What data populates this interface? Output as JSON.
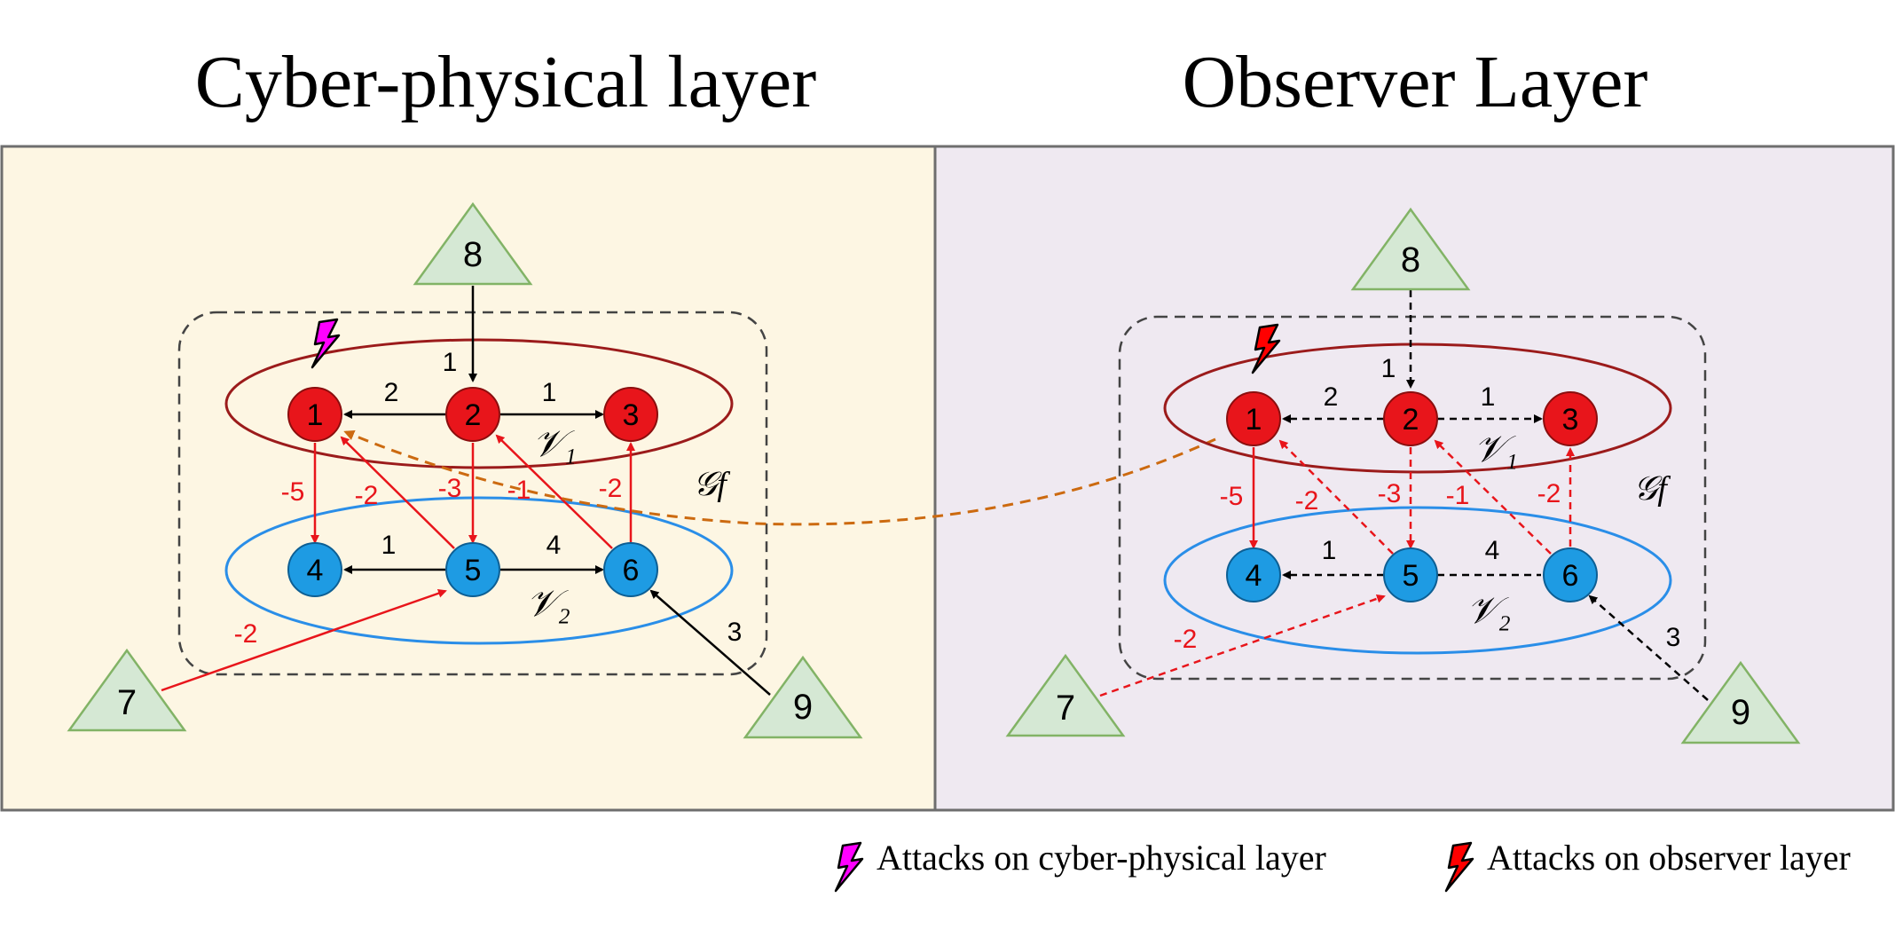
{
  "titles": {
    "left": "Cyber-physical layer",
    "right": "Observer Layer"
  },
  "legend": {
    "cyber": "Attacks on cyber-physical layer",
    "observer": "Attacks on observer layer",
    "cyber_icon": "lightning-magenta",
    "observer_icon": "lightning-red"
  },
  "colors": {
    "left_bg": "#fdf6e3",
    "right_bg": "#efe9f1",
    "red_node": "#e8151b",
    "blue_node": "#1e9be3",
    "v1_ellipse": "#9b1b1b",
    "v2_ellipse": "#2a8ee8",
    "triangle_fill": "#d5e8d4",
    "triangle_stroke": "#82b366",
    "cross_link": "#cc6a10",
    "lightning_cyber": "#ff00ff",
    "lightning_observer": "#ff0000"
  },
  "nodes": {
    "n1": "1",
    "n2": "2",
    "n3": "3",
    "n4": "4",
    "n5": "5",
    "n6": "6",
    "n7": "7",
    "n8": "8",
    "n9": "9"
  },
  "sets": {
    "v1": "𝒱₁",
    "v2": "𝒱₂",
    "gf": "𝒢f"
  },
  "weights": {
    "w_8_2": "1",
    "w_2_1": "2",
    "w_2_3": "1",
    "w_1_4": "-5",
    "w_5_1": "-2",
    "w_2_5": "-3",
    "w_6_2": "-1",
    "w_6_3": "-2",
    "w_5_4": "1",
    "w_5_6": "4",
    "w_7_5": "-2",
    "w_9_6": "3"
  }
}
